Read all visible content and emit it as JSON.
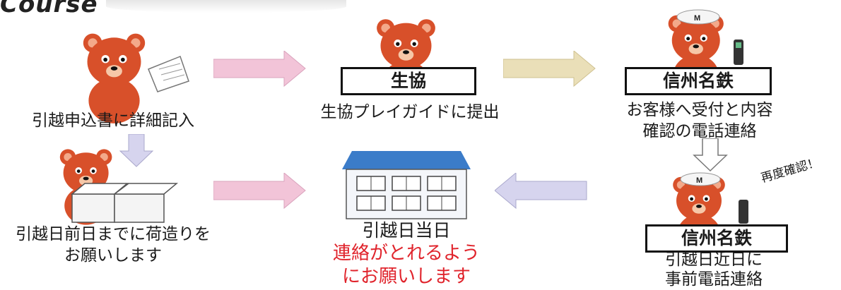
{
  "logo_text": "Course",
  "steps": {
    "fill_form": "引越申込書に詳細記入",
    "submit_coop": "生協プレイガイドに提出",
    "reception_line1": "お客様へ受付と内容",
    "reception_line2": "確認の電話連絡",
    "packing_line1": "引越日前日までに荷造りを",
    "packing_line2": "お願いします",
    "move_day": "引越日当日",
    "contact_line1": "連絡がとれるよう",
    "contact_line2": "にお願いします",
    "pre_call_line1": "引越日近日に",
    "pre_call_line2": "事前電話連絡"
  },
  "box_labels": {
    "coop": "生協",
    "meitetsu_top": "信州名鉄",
    "meitetsu_bottom": "信州名鉄"
  },
  "note": "再度確認！",
  "colors": {
    "arrow_pink": "#f2c4d8",
    "arrow_beige": "#eadfb8",
    "arrow_lavender": "#d6d4ee",
    "bear": "#d8502a",
    "building_roof": "#3b7cc9",
    "accent_red": "#e0242c"
  }
}
